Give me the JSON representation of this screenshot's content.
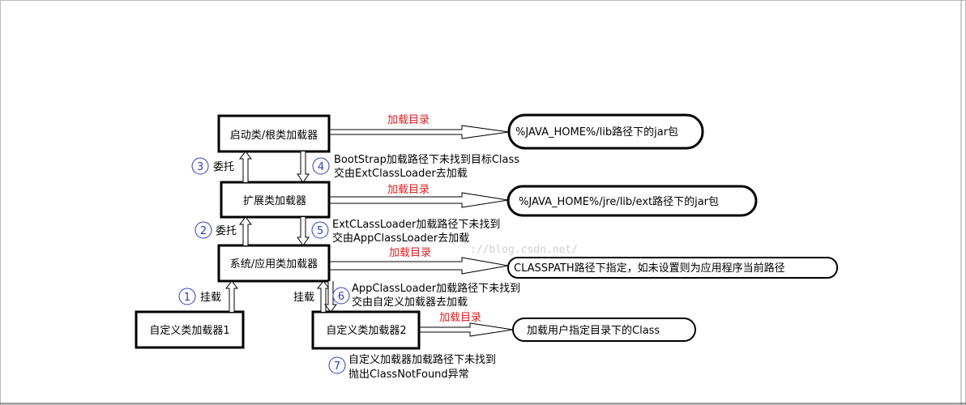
{
  "loaders": {
    "bootstrap": "启动类/根类加载器",
    "extension": "扩展类加载器",
    "system": "系统/应用类加载器",
    "custom1": "自定义类加载器1",
    "custom2": "自定义类加载器2"
  },
  "targets": {
    "bootstrap": "%JAVA_HOME%/lib路径下的jar包",
    "extension": "%JAVA_HOME%/jre/lib/ext路径下的jar包",
    "system": "CLASSPATH路径下指定，如未设置则为应用程序当前路径",
    "custom2": "加载用户指定目录下的Class"
  },
  "load_label": "加载目录",
  "steps": {
    "s1": {
      "num": "1",
      "label": "挂载"
    },
    "s2": {
      "num": "2",
      "label": "委托"
    },
    "s3": {
      "num": "3",
      "label": "委托"
    },
    "s4": {
      "num": "4",
      "line1": "BootStrap加载路径下未找到目标Class",
      "line2": "交由ExtClassLoader去加载"
    },
    "s5": {
      "num": "5",
      "line1": "ExtCLassLoader加载路径下未找到",
      "line2": "交由AppClassLoader去加载"
    },
    "s6": {
      "num": "6",
      "label": "挂载",
      "line1": "AppClassLoader加载路径下未找到",
      "line2": "交由自定义加载器去加载"
    },
    "s7": {
      "num": "7",
      "line1": "自定义加载器加载路径下未找到",
      "line2": "抛出ClassNotFound异常"
    }
  },
  "watermark": "://blog.csdn.net/",
  "colors": {
    "label_red": "#e02020",
    "step_blue": "#2a3fbf"
  }
}
